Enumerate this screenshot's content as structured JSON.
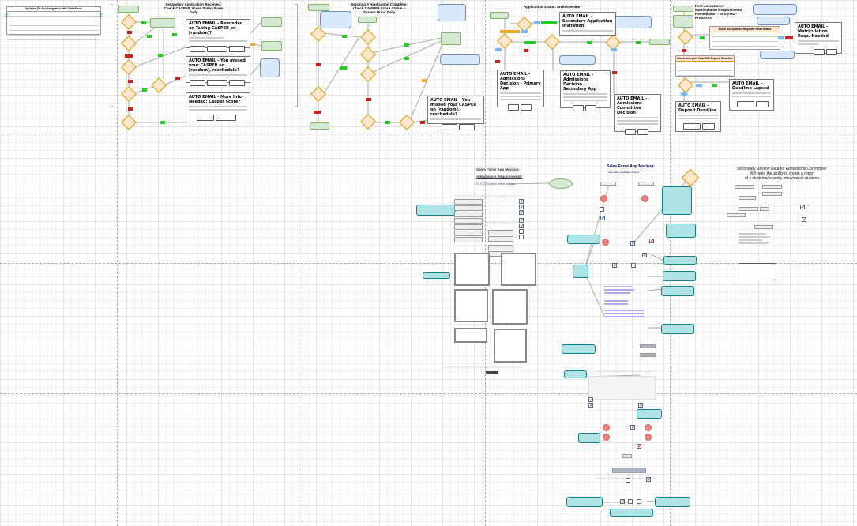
{
  "todo_table": {
    "title": "Updates (To-Do) Integrated with SalesForce"
  },
  "section1": {
    "title": "Secondary Application Received: Check CASPER Score Status Runs Daily",
    "emails": [
      {
        "title": "AUTO EMAIL - Reminder on Taking CASPER on [random]?"
      },
      {
        "title": "AUTO EMAIL - You missed your CASPER on [random], reschedule?"
      },
      {
        "title": "AUTO EMAIL - More Info Needed: Casper Score?"
      }
    ]
  },
  "section2": {
    "title": "Secondary Application Complete: Check CASPER Score Status + System Runs Daily",
    "emails": [
      {
        "title": "AUTO EMAIL - You missed your CASPER on [random], reschedule?"
      }
    ]
  },
  "section3": {
    "title": "Application Status: Invite/Decline?",
    "emails": [
      {
        "title": "AUTO EMAIL - Secondary Application Invitation"
      },
      {
        "title": "AUTO EMAIL - Admissions Decision - Primary App"
      },
      {
        "title": "AUTO EMAIL - Admissions Decision - Secondary App"
      },
      {
        "title": "AUTO EMAIL - Admissions Committee Decision"
      }
    ]
  },
  "section4": {
    "title": "Post-acceptance: Matriculation Requirements Remediation - Entry/MD - Protocols",
    "table1": {
      "title": "Block Acceptance Reqs MD Final Status"
    },
    "table2": {
      "title": "Block Accepted Date MD Deposit Deadline"
    },
    "emails": [
      {
        "title": "AUTO EMAIL - Matriculation Reqs. Needed"
      },
      {
        "title": "AUTO EMAIL - Deadline Lapsed"
      },
      {
        "title": "AUTO EMAIL - Deposit Deadline"
      }
    ]
  },
  "mockup1": {
    "title": "Sales Force App Mockup:",
    "subtitle": "Admissions Requirements:",
    "owner": "DUOS/Student Affairs Dean"
  },
  "mockup2": {
    "title": "Sales Force App Mockup:",
    "subtitle": "Secondary application review"
  },
  "mockup3": {
    "title": "Secondary Review Data for Admissions Committee:",
    "line2": "Will need the ability to create a report",
    "line3": "of x students/recently interviewed students"
  },
  "colors": {
    "flow_start": "#d5e8d4",
    "decision": "#ffe6cc",
    "note": "#dae8fc",
    "callout": "#b0e3e6",
    "yes": "#22cc22",
    "no": "#cc2222"
  }
}
